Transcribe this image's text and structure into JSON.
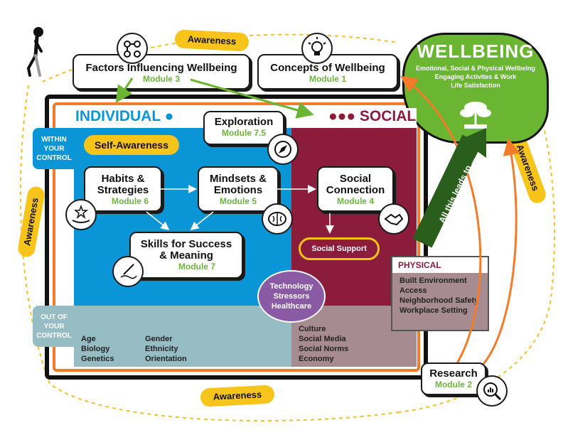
{
  "awareness_label": "Awareness",
  "factors": {
    "title": "Factors Influencing Wellbeing",
    "module": "Module 3"
  },
  "concepts": {
    "title": "Concepts of Wellbeing",
    "module": "Module 1"
  },
  "wellbeing": {
    "title": "WELLBEING",
    "line1": "Emotional, Social & Physical Wellbeing",
    "line2": "Engaging Activites & Work",
    "line3": "Life Satisfaction"
  },
  "individual_label": "INDIVIDUAL",
  "social_label": "SOCIAL",
  "within_control": {
    "line1": "WITHIN",
    "line2": "YOUR",
    "line3": "CONTROL"
  },
  "out_of_control": {
    "line1": "OUT OF",
    "line2": "YOUR",
    "line3": "CONTROL"
  },
  "self_awareness": "Self-Awareness",
  "exploration": {
    "title": "Exploration",
    "module": "Module 7.5"
  },
  "habits": {
    "line1": "Habits &",
    "line2": "Strategies",
    "module": "Module 6"
  },
  "mindsets": {
    "line1": "Mindsets &",
    "line2": "Emotions",
    "module": "Module 5"
  },
  "social_connection": {
    "line1": "Social",
    "line2": "Connection",
    "module": "Module 4"
  },
  "skills": {
    "line1": "Skills for Success",
    "line2": "& Meaning",
    "module": "Module 7"
  },
  "social_support": "Social Support",
  "tech_circle": {
    "line1": "Technology",
    "line2": "Stressors",
    "line3": "Healthcare"
  },
  "physical": {
    "title": "PHYSICAL",
    "items": [
      "Built Environment",
      "Access",
      "Neighborhood Safety",
      "Workplace Setting"
    ]
  },
  "individual_factors_col1": [
    "Age",
    "Biology",
    "Genetics"
  ],
  "individual_factors_col2": [
    "Gender",
    "Ethnicity",
    "Orientation"
  ],
  "social_factors": [
    "Culture",
    "Social Media",
    "Social Norms",
    "Economy"
  ],
  "leads_to": "All this leads to ...",
  "research": {
    "title": "Research",
    "module": "Module 2"
  },
  "colors": {
    "individual": "#0a96d6",
    "social": "#8c1c3c",
    "wellbeing": "#6ab531",
    "awareness": "#f7c41c",
    "orange": "#f37b2a"
  }
}
